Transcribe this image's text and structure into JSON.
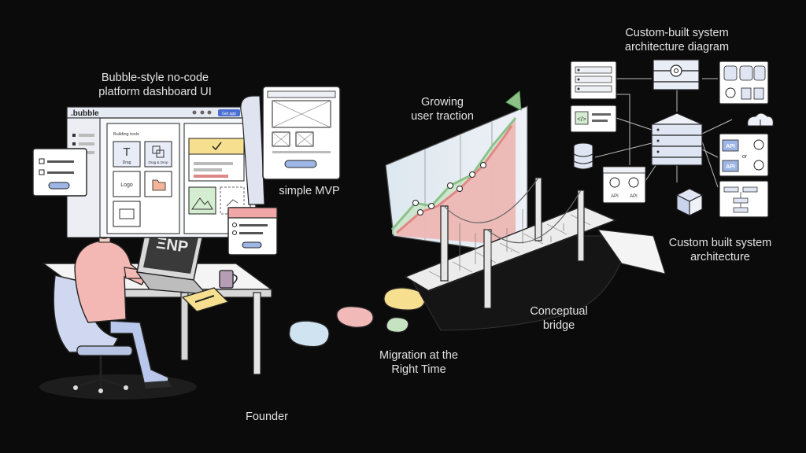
{
  "labels": {
    "bubble_dashboard": [
      "Bubble-style no-code",
      "platform dashboard UI"
    ],
    "simple_mvp": "simple MVP",
    "growing_traction": [
      "Growing",
      "user traction"
    ],
    "architecture_diagram": [
      "Custom-built system",
      "architecture diagram"
    ],
    "architecture": [
      "Custom built system",
      "architecture"
    ],
    "bridge": [
      "Conceptual",
      "bridge"
    ],
    "migration": [
      "Migration at the",
      "Right Time"
    ],
    "founder": "Founder"
  },
  "dashboard": {
    "logo": ".bubble",
    "top_button": "Get app",
    "panel_title": "Building tools",
    "tiles": [
      "Drag",
      "Drag & Drop",
      "Logo"
    ]
  },
  "architecture_nodes": {
    "api_left": "API",
    "api_right": "API",
    "api_top": "API",
    "or": "or",
    "api_bottom": "API"
  },
  "laptop_screen_text": "ΞNP",
  "colors": {
    "background": "#0b0b0b",
    "line_green": "#b9dcb0",
    "line_pink": "#f2a7a7",
    "accent_yellow": "#f6e08f",
    "accent_blue": "#9db6e6"
  }
}
